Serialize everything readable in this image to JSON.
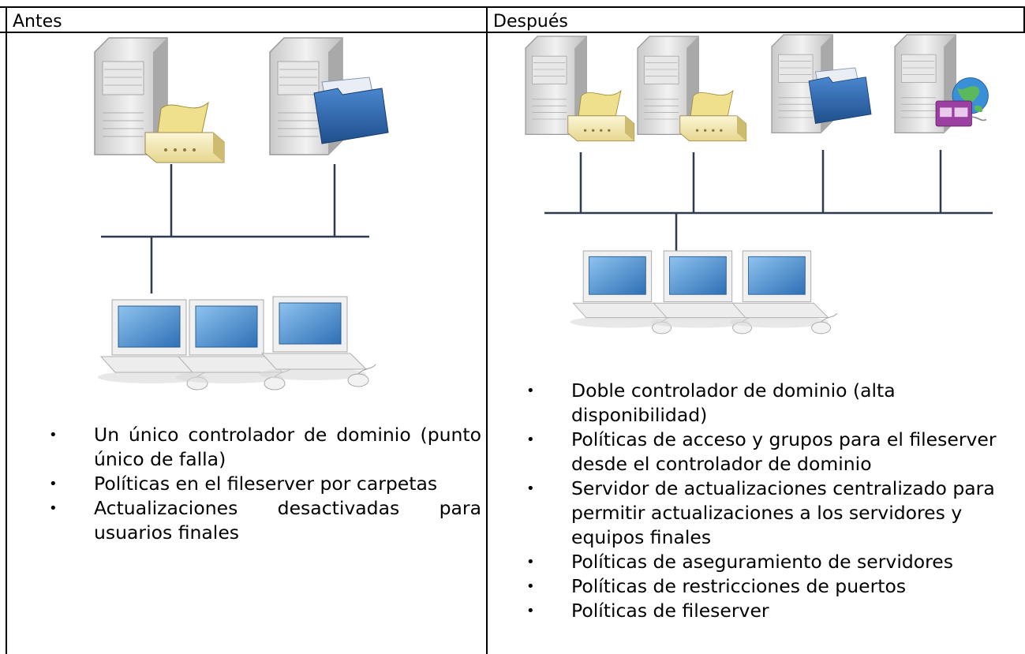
{
  "columns": {
    "before": {
      "header": "Antes",
      "bullets": [
        "Un único controlador de dominio (punto único de falla)",
        "Políticas en el fileserver por carpetas",
        "Actualizaciones desactivadas para usuarios finales"
      ]
    },
    "after": {
      "header": "Después",
      "bullets": [
        "Doble controlador de dominio (alta disponibilidad)",
        "Políticas de acceso y grupos para el fileserver desde el controlador de dominio",
        "Servidor de actualizaciones centralizado para permitir actualizaciones a los servidores y equipos finales",
        "Políticas de aseguramiento de servidores",
        "Políticas de restricciones de puertos",
        "Políticas de fileserver"
      ]
    }
  },
  "icons": {
    "before_servers": [
      "domain-controller-server-icon",
      "file-server-icon"
    ],
    "after_servers": [
      "domain-controller-server-icon",
      "domain-controller-server-icon",
      "file-server-icon",
      "update-server-icon"
    ],
    "workstations": [
      "workstation-icon",
      "workstation-icon",
      "workstation-icon"
    ]
  },
  "colors": {
    "network_line": "#2e3a4f",
    "tower_body": "#d9d9d9",
    "screen": "#3f86c9",
    "folder": "#2f66a8",
    "dc_tray": "#f2e9b4",
    "globe": "#3a8fd9",
    "window_badge": "#9b3fa1"
  }
}
